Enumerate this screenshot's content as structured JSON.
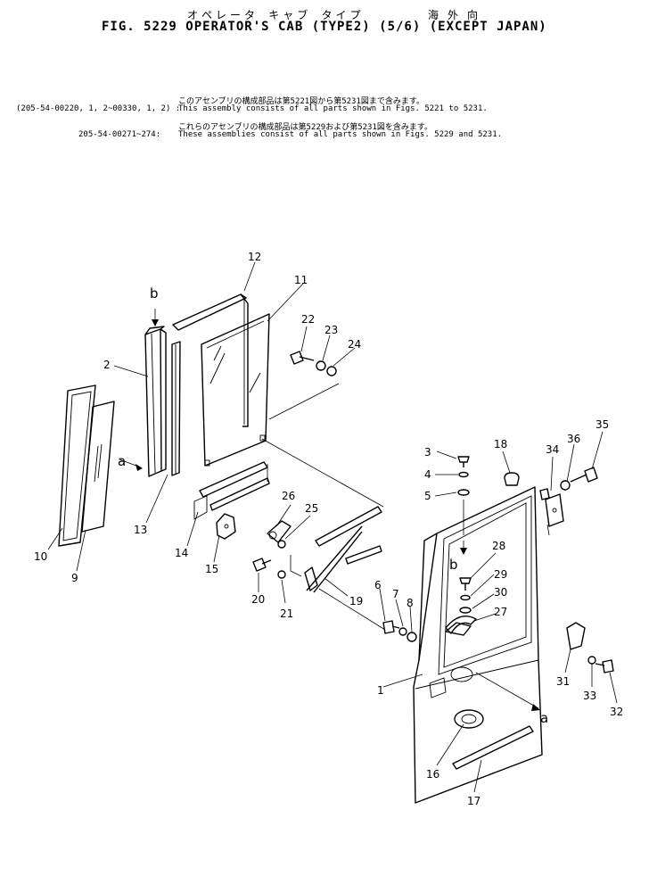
{
  "header": {
    "jp_title": "オペレータ キャブ タイプ",
    "jp_region": "海外向",
    "fig_title": "FIG. 5229  OPERATOR'S CAB (TYPE2) (5/6) (EXCEPT JAPAN)"
  },
  "notes": [
    {
      "jp": "このアセンブリの構成部品は第5221図から第5231図まで含みます。",
      "code": "(205-54-00220, 1, 2~00330, 1, 2) :",
      "en": "This assembly consists of all parts shown in Figs. 5221 to 5231."
    },
    {
      "jp": "これらのアセンブリの構成部品は第5229および第5231図を含みます。",
      "code": "205-54-00271~274:",
      "en": "These assemblies consist of all parts shown in Figs. 5229 and 5231."
    }
  ],
  "references": {
    "a": "a",
    "b": "b"
  },
  "part_labels": {
    "p1": "1",
    "p2": "2",
    "p3": "3",
    "p4": "4",
    "p5": "5",
    "p6": "6",
    "p7": "7",
    "p8": "8",
    "p9": "9",
    "p10": "10",
    "p11": "11",
    "p12": "12",
    "p13": "13",
    "p14": "14",
    "p15": "15",
    "p16": "16",
    "p17": "17",
    "p18": "18",
    "p19": "19",
    "p20": "20",
    "p21": "21",
    "p22": "22",
    "p23": "23",
    "p24": "24",
    "p25": "25",
    "p26": "26",
    "p27": "27",
    "p28": "28",
    "p29": "29",
    "p30": "30",
    "p31": "31",
    "p32": "32",
    "p33": "33",
    "p34": "34",
    "p35": "35",
    "p36": "36"
  }
}
